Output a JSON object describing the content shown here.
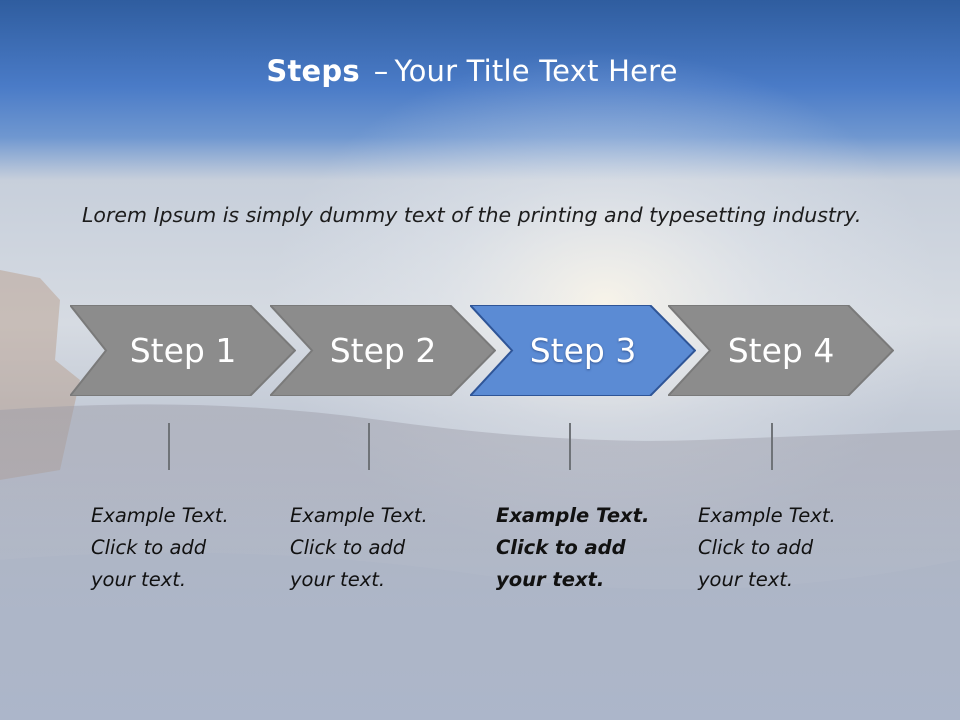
{
  "slide": {
    "title_bold": "Steps",
    "title_dash": "–",
    "title_rest": "Your Title Text Here",
    "intro": "Lorem Ipsum is simply dummy text of the printing and typesetting industry."
  },
  "colors": {
    "header_blue": "#4f7fc8",
    "step_gray": "#8c8c8c",
    "step_active": "#5b8bd4",
    "text_dark": "#111111"
  },
  "steps": [
    {
      "label": "Step 1",
      "note": "Example Text.\nClick  to add\nyour text.",
      "active": false
    },
    {
      "label": "Step 2",
      "note": "Example Text.\nClick  to add\nyour text.",
      "active": false
    },
    {
      "label": "Step 3",
      "note": "Example Text.\nClick  to add\nyour text.",
      "active": true
    },
    {
      "label": "Step 4",
      "note": "Example Text.\nClick  to add\nyour text.",
      "active": false
    }
  ]
}
